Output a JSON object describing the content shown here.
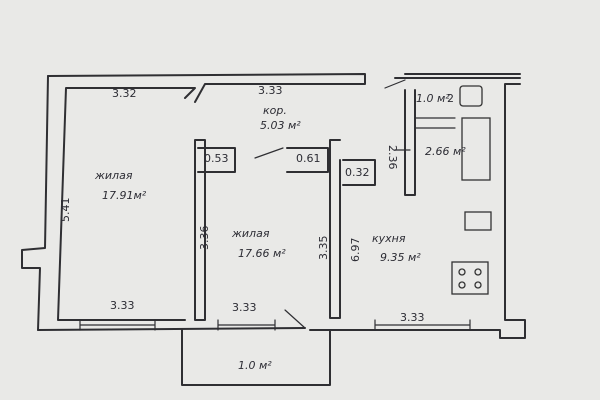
{
  "rooms": {
    "living_left": {
      "name": "жилая",
      "area": "17.91м²",
      "dim_top": "3.32",
      "dim_side": "5.41",
      "dim_bottom": "3.33"
    },
    "corridor": {
      "name": "кор.",
      "area": "5.03 м²",
      "dim_top": "3.33"
    },
    "living_mid": {
      "name": "жилая",
      "area": "17.66 м²",
      "dim_left": "3.36",
      "dim_right": "3.35",
      "dim_bottom": "3.33"
    },
    "kitchen": {
      "name": "кухня",
      "area": "9.35 м²",
      "dim_left": "6.97",
      "dim_bottom": "3.33"
    },
    "bathroom": {
      "area": "1.0 м²",
      "num": "2"
    },
    "bath2": {
      "area": "2.66 м²",
      "dim_side": "2.36"
    },
    "closet1": {
      "area": "0.53"
    },
    "closet2": {
      "area": "0.61"
    },
    "closet3": {
      "area": "0.32"
    },
    "balcony": {
      "area": "1.0 м²"
    }
  }
}
